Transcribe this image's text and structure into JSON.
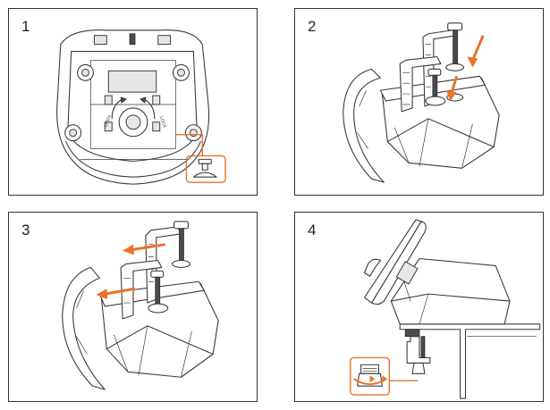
{
  "steps": [
    {
      "number": "1",
      "label_left": "OPEN",
      "label_right": "LOCK"
    },
    {
      "number": "2"
    },
    {
      "number": "3"
    },
    {
      "number": "4"
    }
  ],
  "colors": {
    "accent": "#e8732a",
    "line": "#3a3a3a",
    "border": "#333333"
  },
  "icons": [
    "suction-cup-icon",
    "clamp-icon",
    "steering-wheel-icon",
    "arrow-icon",
    "rotate-arrow-icon"
  ]
}
